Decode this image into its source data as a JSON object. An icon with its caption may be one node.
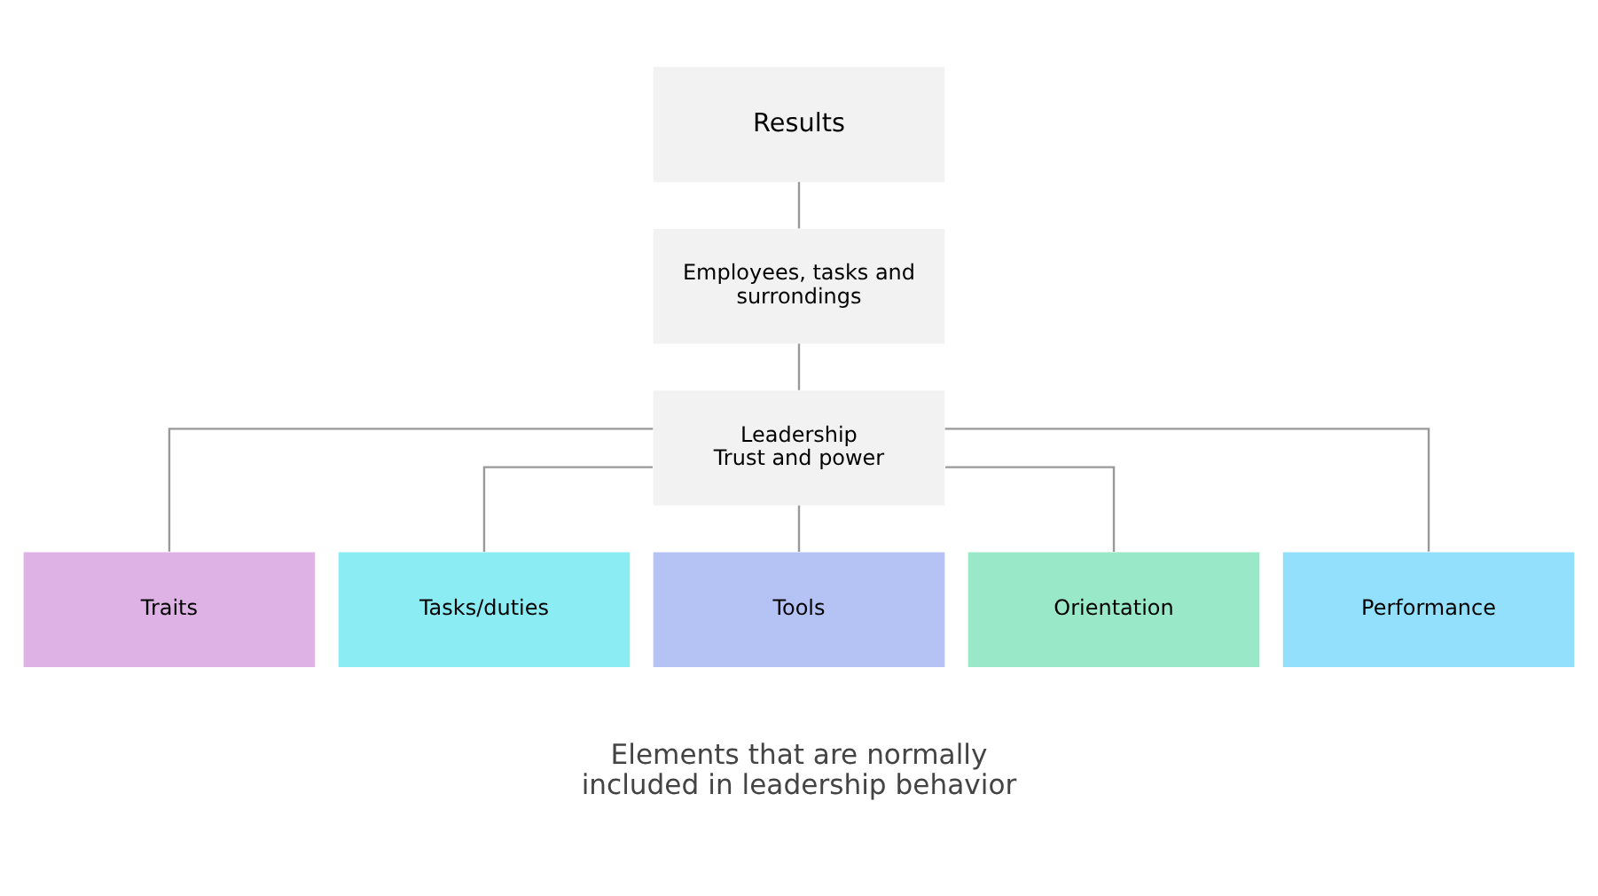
{
  "diagram": {
    "nodes": [
      {
        "text": [
          "Results"
        ]
      },
      {
        "text": [
          "Employees, tasks and surrondings"
        ]
      },
      {
        "text": [
          "Leadership",
          "Trust and power"
        ]
      },
      {
        "text": [
          "Traits"
        ]
      },
      {
        "text": [
          "Tasks/duties"
        ]
      },
      {
        "text": [
          "Tools"
        ]
      },
      {
        "text": [
          "Orientation"
        ]
      },
      {
        "text": [
          "Performance"
        ]
      }
    ],
    "edges": [
      {
        "from": 0,
        "to": 1,
        "arrow": "none"
      },
      {
        "from": 1,
        "to": 2,
        "arrow": "none"
      },
      {
        "from": 2,
        "to": 3,
        "arrow": "none"
      },
      {
        "from": 2,
        "to": 4,
        "arrow": "none"
      },
      {
        "from": 2,
        "to": 5,
        "arrow": "none"
      },
      {
        "from": 2,
        "to": 6,
        "arrow": "none"
      },
      {
        "from": 2,
        "to": 7,
        "arrow": "none"
      }
    ],
    "labels": [
      "Elements that are normally included in leadership behavior"
    ]
  }
}
